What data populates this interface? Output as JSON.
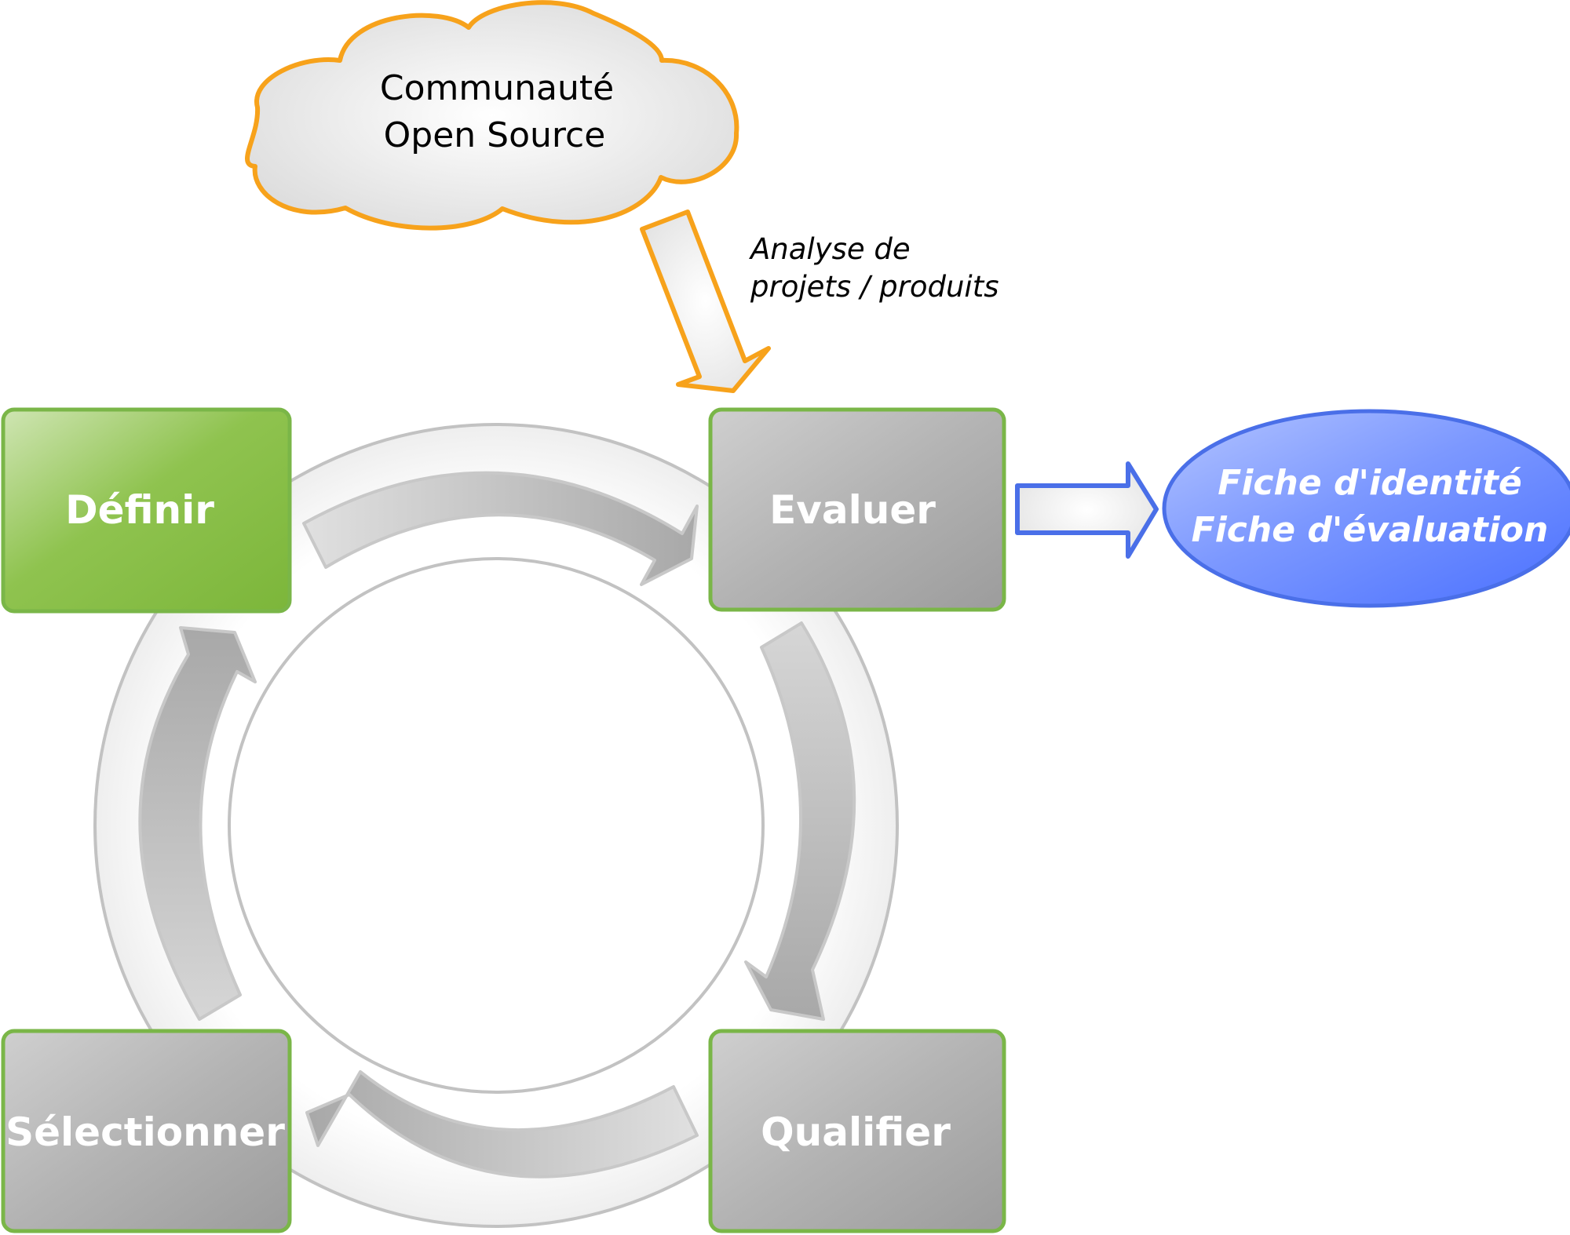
{
  "cloud": {
    "line1": "Communauté",
    "line2": "Open Source"
  },
  "annotation": {
    "line1": "Analyse de",
    "line2": "projets / produits"
  },
  "steps": {
    "definir": "Définir",
    "evaluer": "Evaluer",
    "qualifier": "Qualifier",
    "selectionner": "Sélectionner"
  },
  "output": {
    "line1": "Fiche d'identité",
    "line2": "Fiche d'évaluation"
  },
  "colors": {
    "cloud_stroke": "#f7a21b",
    "active_step": "#86bd42",
    "step_border": "#7ab648",
    "step_fill": "#a6a6a6",
    "output_fill": "#5a7fff",
    "output_stroke": "#4a6fe8",
    "cycle_arrow": "#b3b3b3"
  }
}
